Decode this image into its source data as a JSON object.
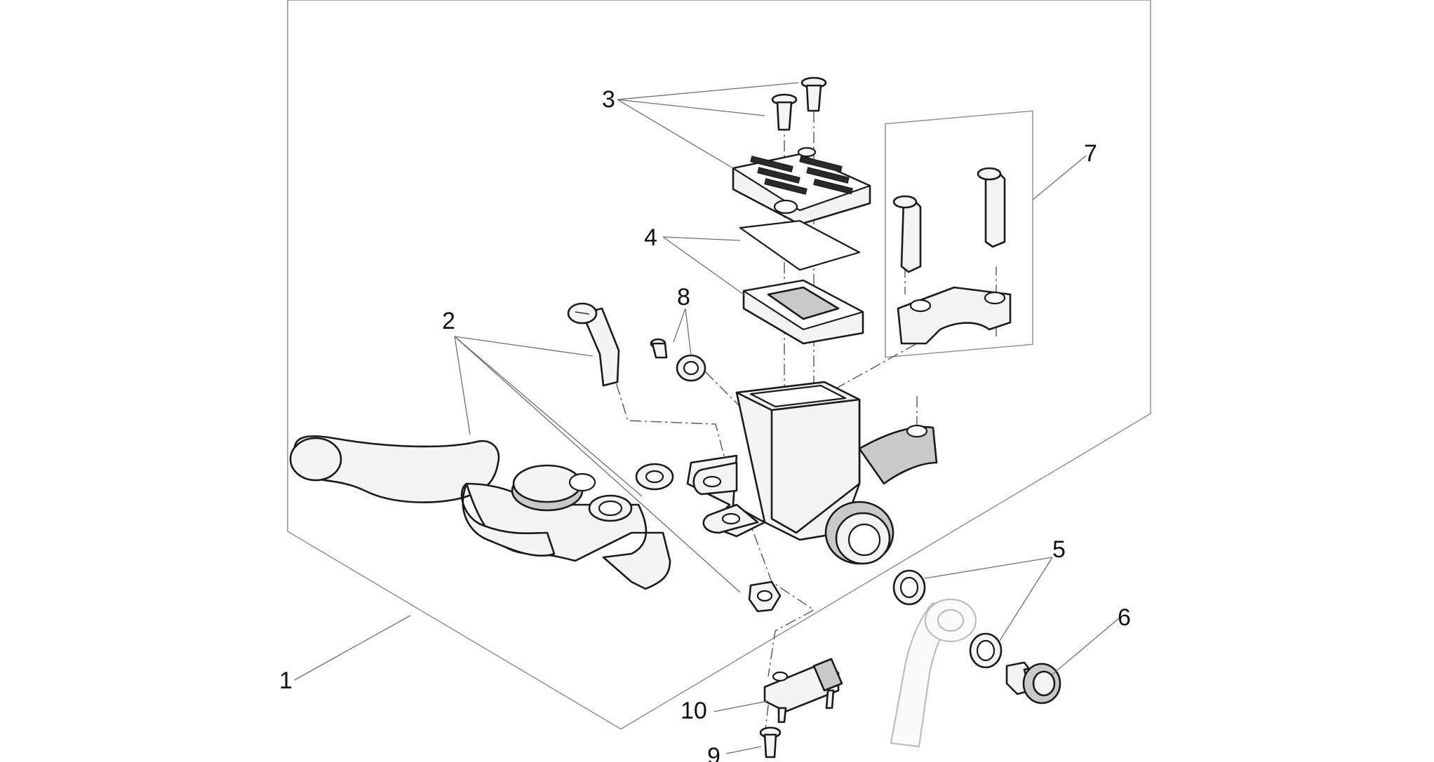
{
  "diagram": {
    "callouts": [
      {
        "id": "1",
        "label": "1"
      },
      {
        "id": "2",
        "label": "2"
      },
      {
        "id": "3",
        "label": "3"
      },
      {
        "id": "4",
        "label": "4"
      },
      {
        "id": "5",
        "label": "5"
      },
      {
        "id": "6",
        "label": "6"
      },
      {
        "id": "7",
        "label": "7"
      },
      {
        "id": "8",
        "label": "8"
      },
      {
        "id": "9",
        "label": "9"
      },
      {
        "id": "10",
        "label": "10"
      }
    ],
    "parts": [
      "brake-lever",
      "cap-screw",
      "reservoir-cap",
      "diaphragm",
      "seal-washer",
      "banjo-bolt",
      "clamp-with-bolts",
      "adjuster-fitting",
      "switch-screw",
      "stop-switch",
      "master-cylinder-body"
    ]
  }
}
